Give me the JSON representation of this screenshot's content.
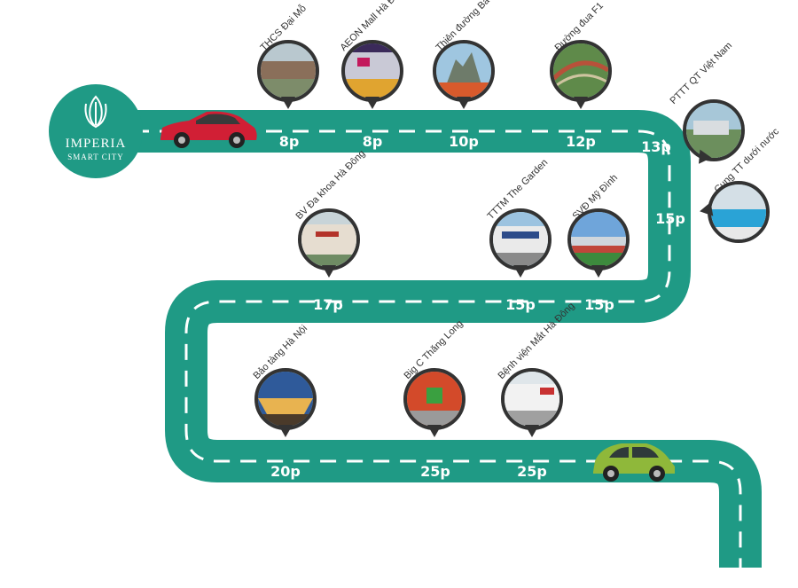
{
  "logo": {
    "name": "IMPERIA",
    "tagline": "SMART CITY"
  },
  "colors": {
    "road": "#1f9a85",
    "dash": "#ffffff",
    "pin_border": "#333333",
    "logo_bg": "#1f9a85"
  },
  "times": [
    "8p",
    "8p",
    "10p",
    "12p",
    "13p",
    "15p",
    "17p",
    "15p",
    "15p",
    "20p",
    "25p",
    "25p"
  ],
  "places": [
    "THCS Đại Mỗ",
    "AEON Mall Hà Đông",
    "Thiên đường Bảo Sơn",
    "Đường đua F1",
    "PTTT QT Việt Nam",
    "Cung TT dưới nước",
    "BV Đa khoa Hà Đông",
    "TTTM The Garden",
    "SVĐ  Mỹ Đình",
    "Bảo tàng Hà Nội",
    "Big C Thăng Long",
    "Bệnh viện Mắt Hà Đông"
  ],
  "icons": [
    "red-car-icon",
    "green-car-icon",
    "imperia-lotus-icon",
    "map-pin-icon"
  ]
}
